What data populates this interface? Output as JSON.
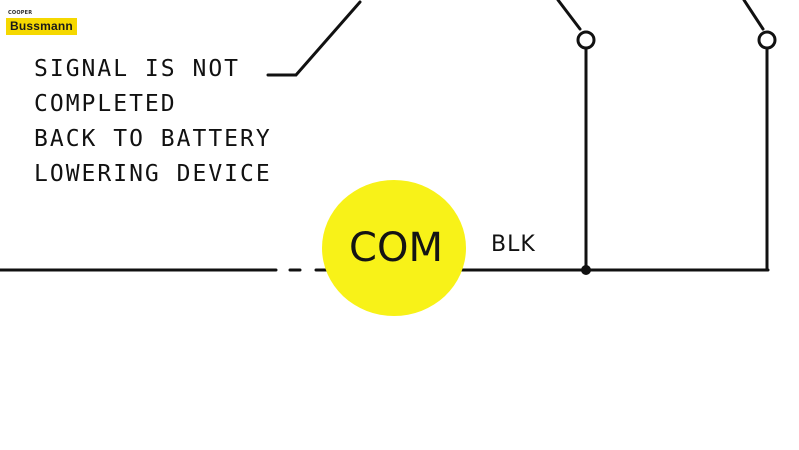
{
  "logo": {
    "small_text": "COOPER",
    "name": "Bussmann",
    "color": "#f5d800"
  },
  "note": {
    "lines": [
      "SIGNAL IS NOT",
      "COMPLETED",
      "BACK TO BATTERY",
      "LOWERING DEVICE"
    ]
  },
  "highlight": {
    "label": "COM",
    "color": "#f8f218"
  },
  "wire": {
    "label": "BLK"
  }
}
